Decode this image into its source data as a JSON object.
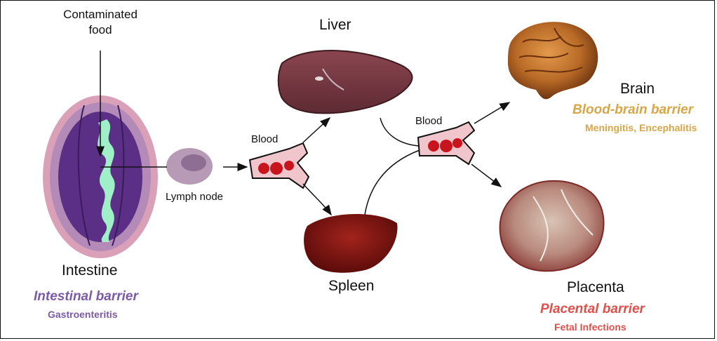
{
  "labels": {
    "food": "Contaminated\nfood",
    "liver": "Liver",
    "brain": "Brain",
    "intestine": "Intestine",
    "lymph_node": "Lymph node",
    "blood_left": "Blood",
    "blood_right": "Blood",
    "spleen": "Spleen",
    "placenta": "Placenta"
  },
  "barriers": {
    "intestinal": "Intestinal barrier",
    "intestinal_disease": "Gastroenteritis",
    "blood_brain": "Blood-brain barrier",
    "blood_brain_disease": "Meningitis, Encephalitis",
    "placental": "Placental barrier",
    "placental_disease": "Fetal Infections"
  },
  "colors": {
    "intestinal": "#7b5aa6",
    "blood_brain": "#d7a646",
    "placental": "#e0504a"
  }
}
